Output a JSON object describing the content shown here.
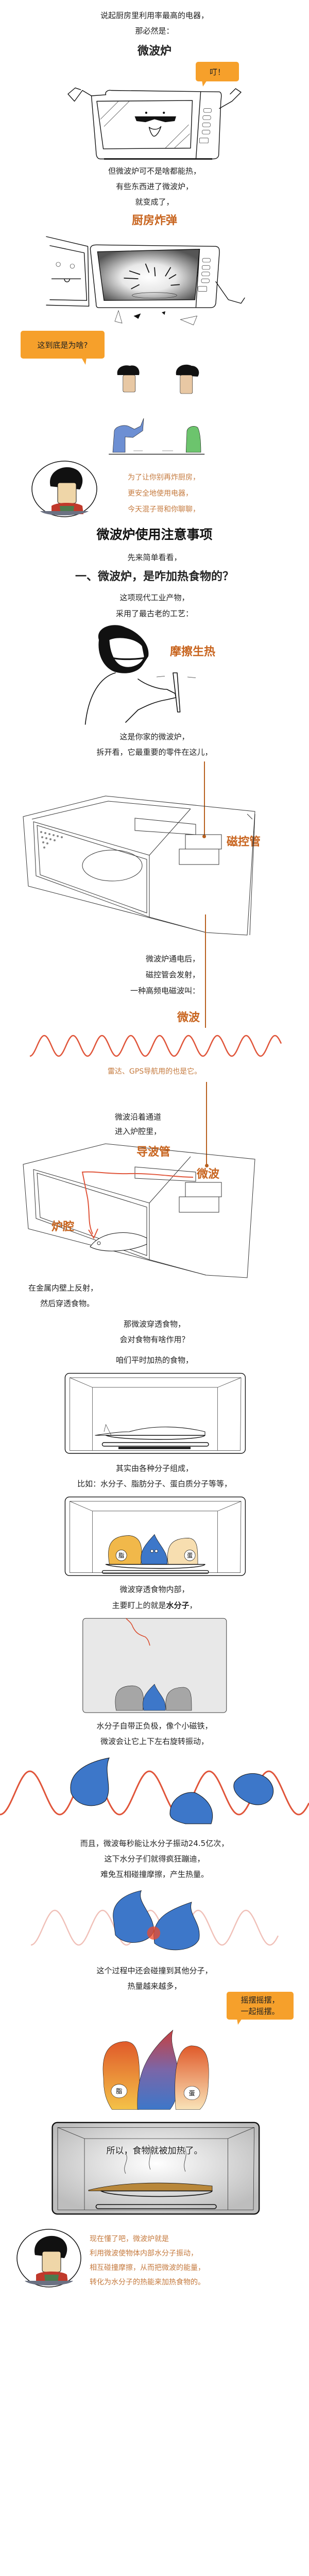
{
  "colors": {
    "accent_orange": "#f6a02b",
    "label_orange": "#c8641e",
    "wave_red": "#e0553a",
    "water_blue": "#3d77c9"
  },
  "intro": {
    "line1": "说起厨房里利用率最高的电器，",
    "line2": "那必然是：",
    "title": "微波炉",
    "bubble": "叮！",
    "line3": "但微波炉可不是啥都能热，",
    "line4": "有些东西进了微波炉，",
    "line5": "就变成了，",
    "bomb": "厨房炸弹",
    "question_bubble": "这到底是为啥?"
  },
  "host1": {
    "lines": [
      "为了让你别再炸厨房，",
      "更安全地使用电器，",
      "今天混子哥和你聊聊，"
    ]
  },
  "main_title": "微波炉使用注意事项",
  "lead": "先来简单看看，",
  "section1": {
    "heading": "一、微波炉，是咋加热食物的？",
    "p1": [
      "这项现代工业产物，",
      "采用了最古老的工艺："
    ],
    "friction_label": "摩擦生热",
    "p2": [
      "这是你家的微波炉，",
      "拆开看，它最重要的零件在这儿，"
    ],
    "magnetron_label": "磁控管",
    "p3": [
      "微波炉通电后，",
      "磁控管会发射，",
      "一种高频电磁波叫："
    ],
    "microwave_label": "微波",
    "radar_note": "雷达、GPS导航用的也是它。",
    "p4": [
      "微波沿着通道",
      "进入炉腔里，"
    ],
    "waveguide_label": "导波管",
    "microwave_label2": "微波",
    "cavity_label": "炉腔",
    "p5": [
      "在金属内壁上反射，",
      "然后穿透食物。"
    ],
    "p6": [
      "那微波穿透食物，",
      "会对食物有啥作用？"
    ],
    "p7": "咱们平时加热的食物，",
    "p8": [
      "其实由各种分子组成，",
      "比如：水分子、脂肪分子、蛋白质分子等等，"
    ],
    "molecule_tags": {
      "fat": "脂",
      "protein": "蛋"
    },
    "p9_line1": "微波穿透食物内部，",
    "p9_line2_prefix": "主要盯上的就是",
    "p9_line2_bold": "水分子",
    "p9_line2_suffix": "，",
    "p10": [
      "水分子自带正负极，像个小磁铁，",
      "微波会让它上下左右旋转振动，"
    ],
    "p11": [
      "而且，微波每秒能让水分子振动24.5亿次，",
      "这下水分子们就得疯狂蹦迪，",
      "难免互相碰撞摩擦，产生热量。"
    ],
    "p12": [
      "这个过程中还会碰撞到其他分子，",
      "热量越来越多，"
    ],
    "dance_bubble": [
      "摇摆摇摆，",
      "一起摇摆。"
    ],
    "heated_caption": "所以，食物就被加热了。"
  },
  "host2": {
    "lines": [
      "现在懂了吧，微波炉就是",
      "利用微波使物体内部水分子振动，",
      "相互碰撞摩擦，从而把微波的能量，",
      "转化为水分子的热能来加热食物的。"
    ]
  }
}
